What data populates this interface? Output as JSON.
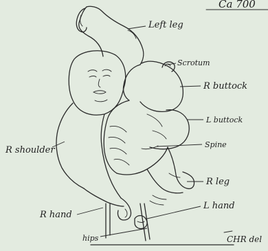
{
  "labels": {
    "left_leg": "Left leg",
    "scrotum": "Scrotum",
    "r_buttock": "R buttock",
    "l_buttock": "L buttock",
    "spine": "Spine",
    "r_shoulder": "R shoulder",
    "r_leg": "R leg",
    "l_hand": "L hand",
    "r_hand": "R hand",
    "hips": "hips"
  },
  "corner_text": {
    "top_right": "Ca 700",
    "signature": "CHR del"
  }
}
